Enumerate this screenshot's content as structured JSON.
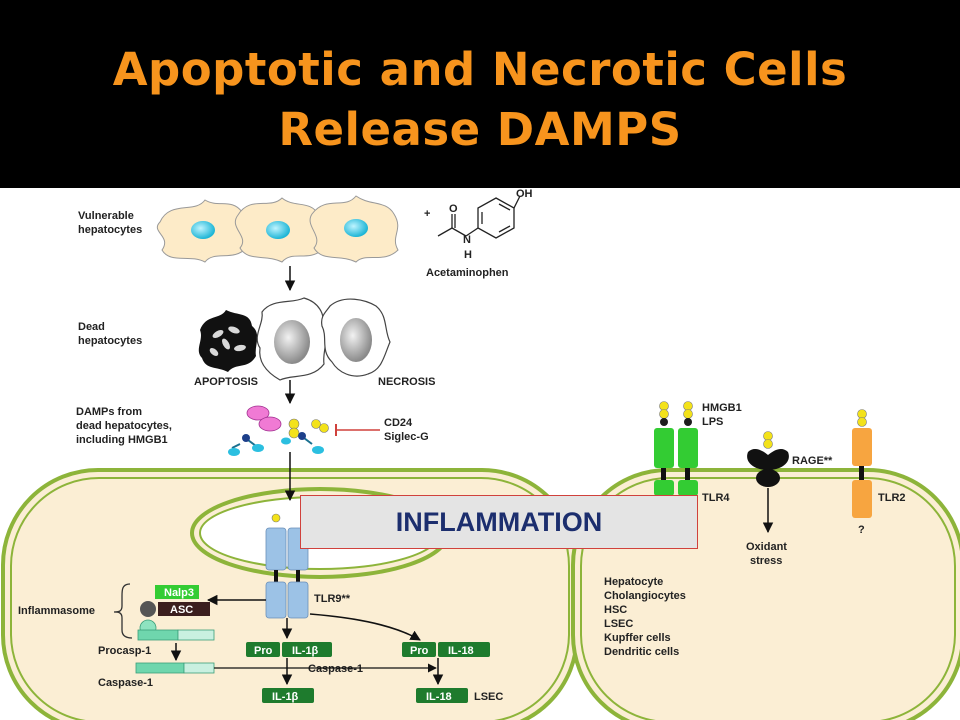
{
  "title": {
    "line1": "Apoptotic and Necrotic Cells",
    "line2": "Release DAMPS"
  },
  "labels": {
    "vulnerable_1": "Vulnerable",
    "vulnerable_2": "hepatocytes",
    "plus": "+",
    "oh": "OH",
    "o": "O",
    "n": "N",
    "h": "H",
    "acetaminophen": "Acetaminophen",
    "dead_1": "Dead",
    "dead_2": "hepatocytes",
    "apoptosis": "APOPTOSIS",
    "necrosis": "NECROSIS",
    "damps_1": "DAMPs from",
    "damps_2": "dead hepatocytes,",
    "damps_3": "including HMGB1",
    "cd24": "CD24",
    "siglec": "Siglec-G",
    "hmgb1": "HMGB1",
    "lps": "LPS",
    "rage": "RAGE**",
    "tlr4": "TLR4",
    "tlr2": "TLR2",
    "question": "?",
    "oxidant_1": "Oxidant",
    "oxidant_2": "stress",
    "tlr9": "TLR9**",
    "inflammasome": "Inflammasome",
    "nalp3": "Nalp3",
    "asc": "ASC",
    "procasp": "Procasp-1",
    "caspase1_left": "Caspase-1",
    "pro_a": "Pro",
    "il1b_pro": "IL-1β",
    "pro_b": "Pro",
    "il18_pro": "IL-18",
    "caspase1_mid": "Caspase-1",
    "il1b": "IL-1β",
    "il18": "IL-18",
    "lsec": "LSEC"
  },
  "cell_types": [
    "Hepatocyte",
    "Cholangiocytes",
    "HSC",
    "LSEC",
    "Kupffer cells",
    "Dendritic cells"
  ],
  "inflammation": "INFLAMMATION",
  "colors": {
    "title": "#f7941d",
    "cell_fill": "#fbeed4",
    "cell_border": "#8db43a",
    "receptor_blue": "#9cc2e6",
    "receptor_green": "#33cc33",
    "receptor_orange": "#f7a540",
    "cyto_green": "#1e7b2d",
    "inflammation_text": "#1c2e6e"
  }
}
